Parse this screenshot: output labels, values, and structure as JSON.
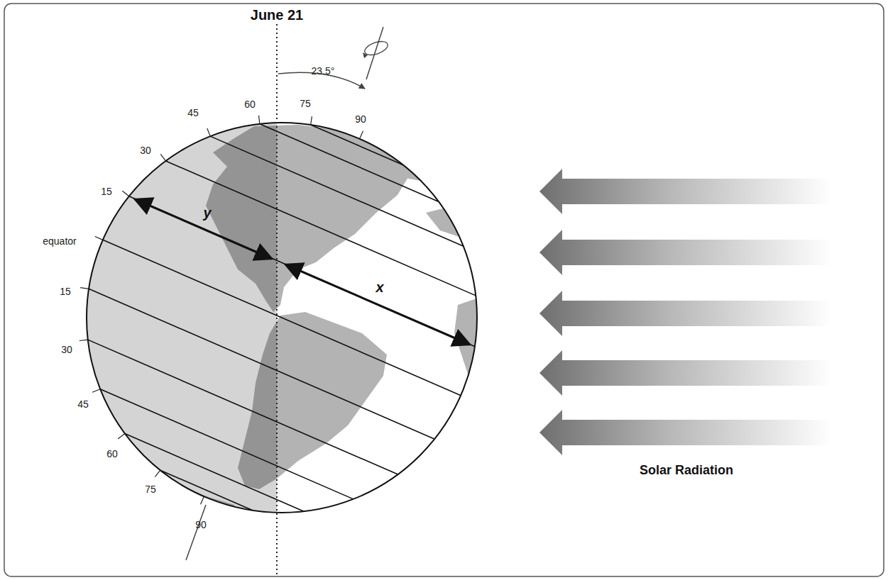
{
  "diagram": {
    "title": "June 21",
    "labels": [
      "23.5°",
      "60",
      "75",
      "90",
      "45",
      "30",
      "15",
      "equator",
      "15",
      "30",
      "45",
      "60",
      "75",
      "90",
      "y",
      "x",
      "Solar Radiation"
    ]
  }
}
